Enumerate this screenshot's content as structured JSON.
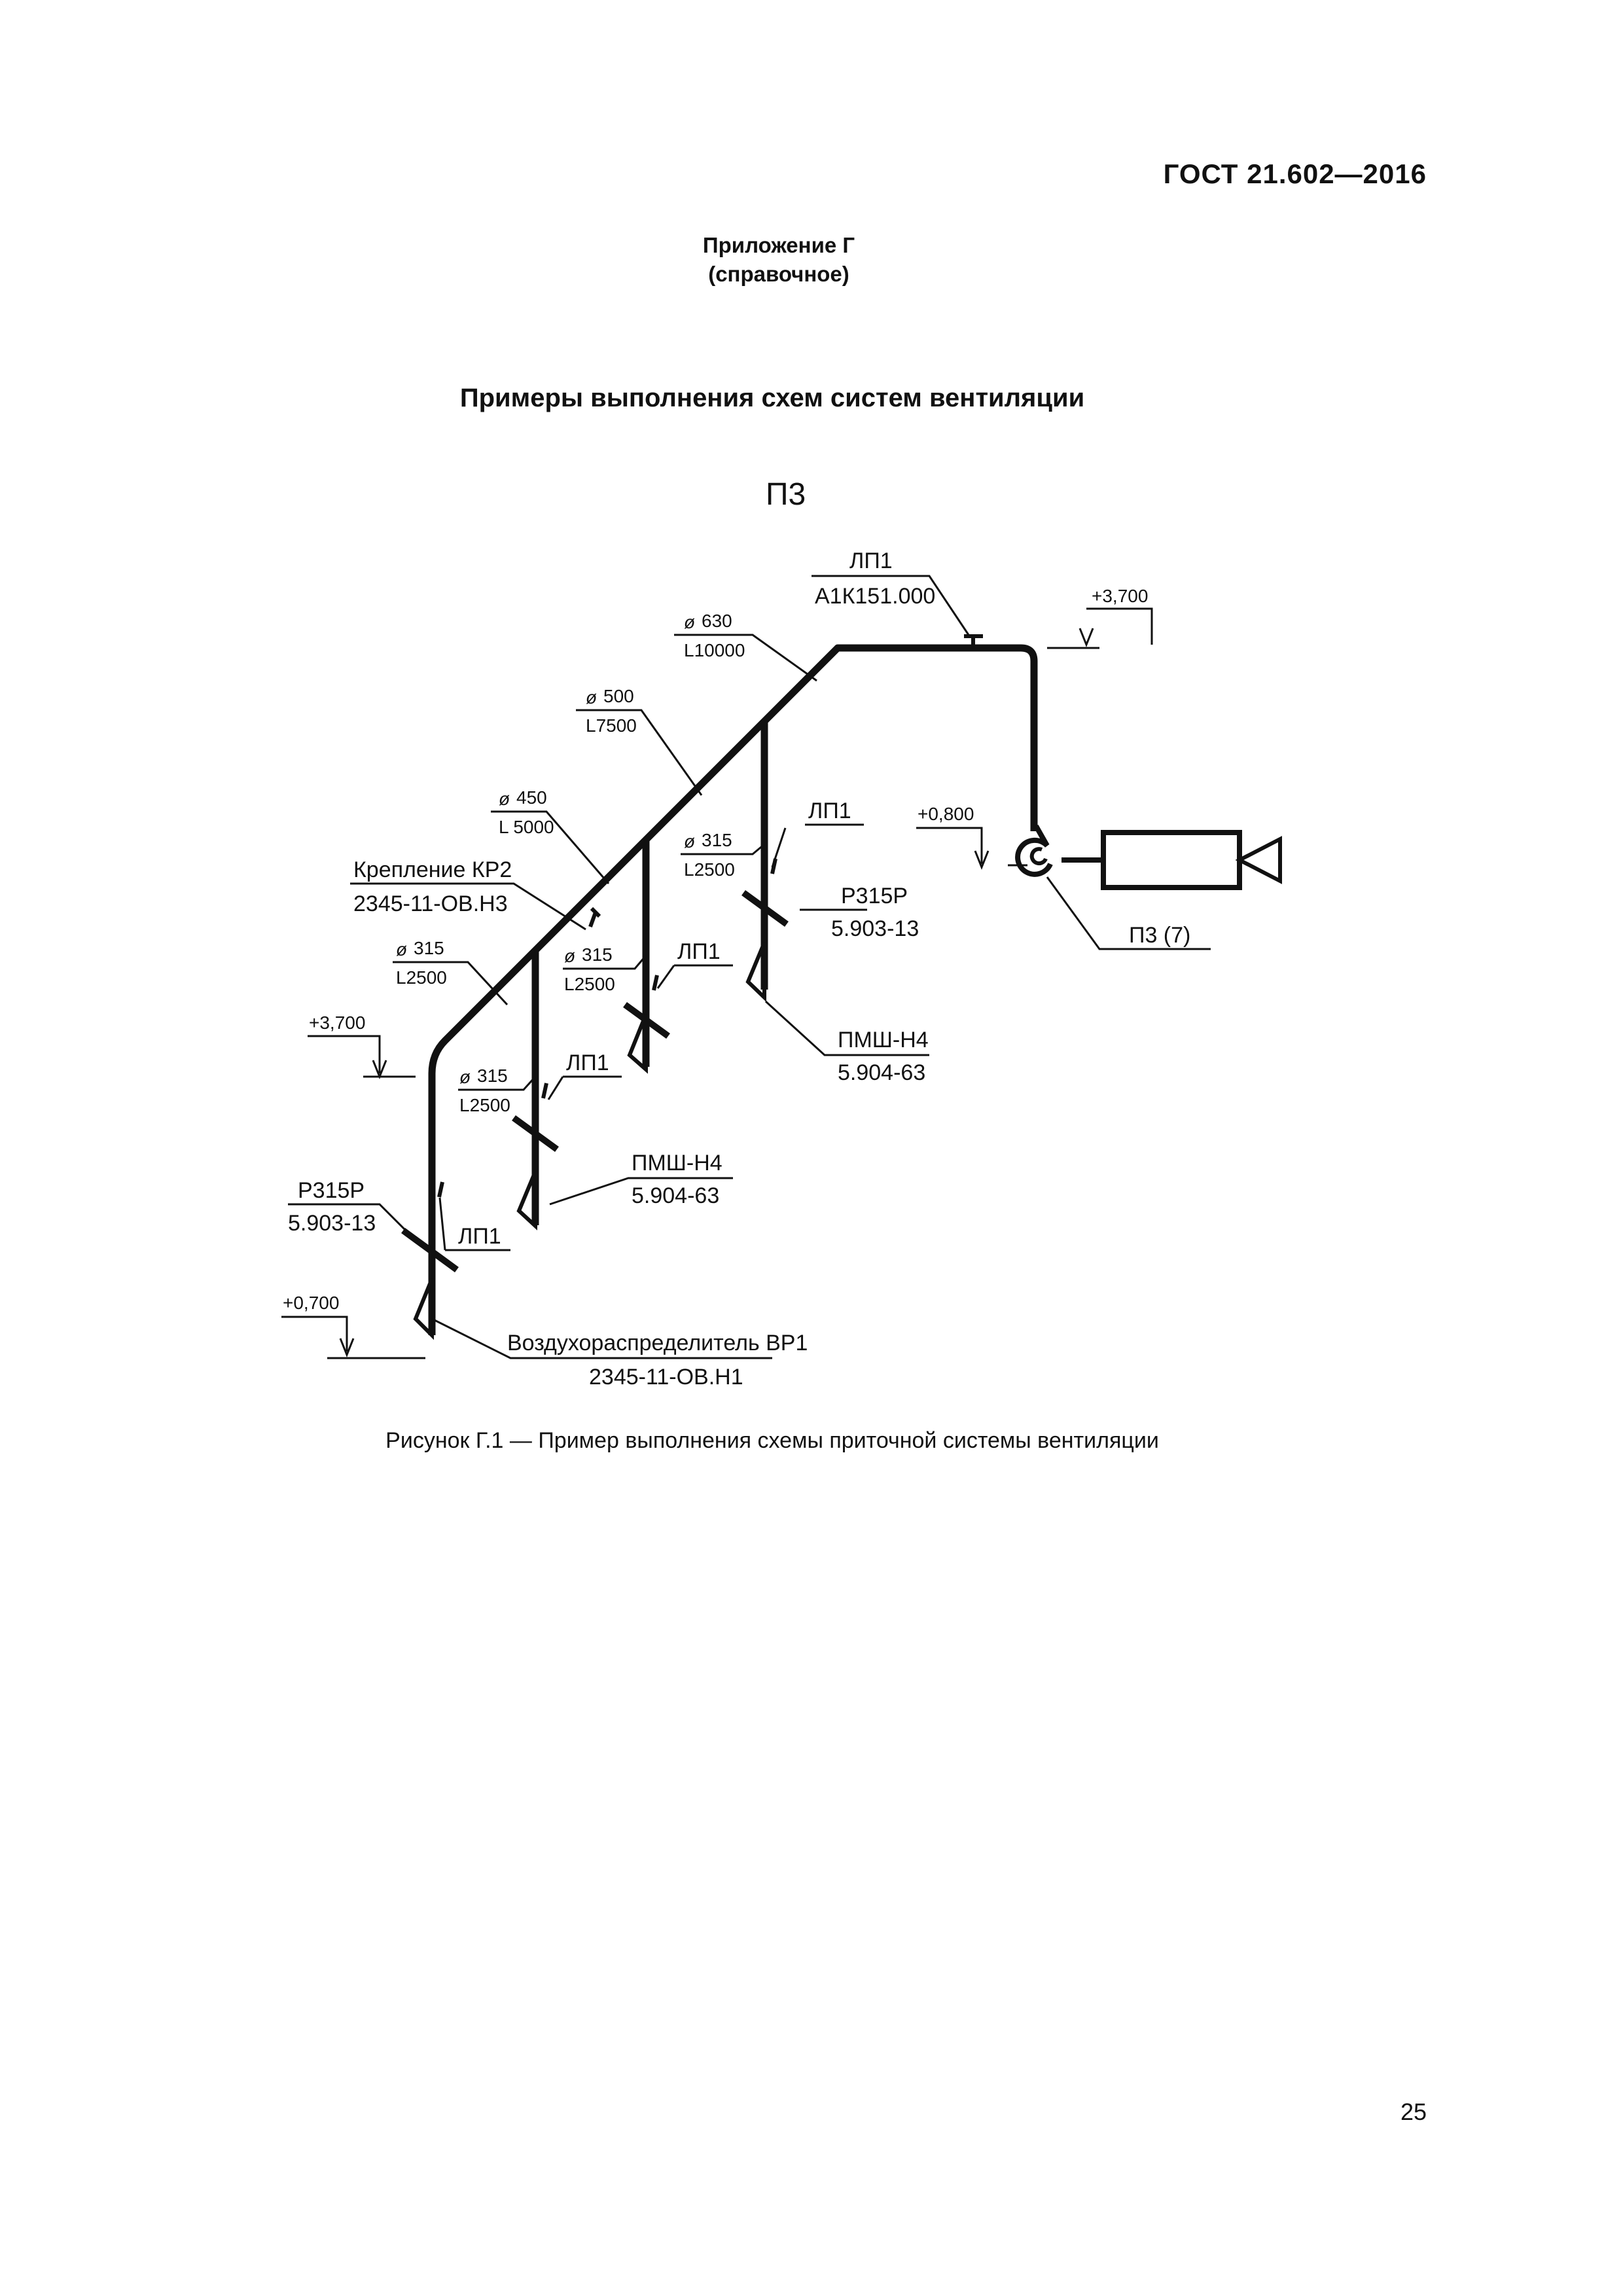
{
  "header": {
    "doc_number": "ГОСТ 21.602—2016"
  },
  "annex": {
    "title": "Приложение Г",
    "kind": "(справочное)"
  },
  "section_title": "Примеры выполнения схем систем вентиляции",
  "diagram": {
    "system_label": "П3",
    "valve_top": {
      "name": "ЛП1",
      "code": "А1К151.000"
    },
    "elev_top_right": "+3,700",
    "elev_fan": "+0,800",
    "elev_left": "+3,700",
    "elev_bottom": "+0,700",
    "seg_630": {
      "dia": "630",
      "len": "L10000"
    },
    "seg_500": {
      "dia": "500",
      "len": "L7500"
    },
    "seg_450": {
      "dia": "450",
      "len": "L 5000"
    },
    "seg_315_main": {
      "dia": "315",
      "len": "L2500"
    },
    "branch_right": {
      "dia": "315",
      "len": "L2500"
    },
    "branch_mid": {
      "dia": "315",
      "len": "L2500"
    },
    "branch_left": {
      "dia": "315",
      "len": "L2500"
    },
    "lp1_right": "ЛП1",
    "lp1_mid": "ЛП1",
    "lp1_left": "ЛП1",
    "lp1_bottom": "ЛП1",
    "kreplenie": {
      "name": "Крепление КР2",
      "code": "2345-11-ОВ.Н3"
    },
    "p315_right": {
      "name": "Р315Р",
      "code": "5.903-13"
    },
    "p315_left": {
      "name": "Р315Р",
      "code": "5.903-13"
    },
    "fan_label": "П3 (7)",
    "pmsh_right": {
      "name": "ПМШ-Н4",
      "code": "5.904-63"
    },
    "pmsh_left": {
      "name": "ПМШ-Н4",
      "code": "5.904-63"
    },
    "air_distributor": {
      "name": "Воздухораспределитель ВР1",
      "code": "2345-11-ОВ.Н1"
    }
  },
  "caption": "Рисунок Г.1 — Пример выполнения схемы приточной системы вентиляции",
  "page_number": "25"
}
